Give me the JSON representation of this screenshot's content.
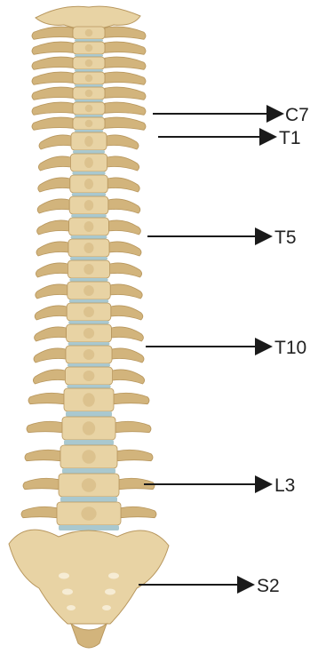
{
  "labels": {
    "c7": "C7",
    "t1": "T1",
    "t5": "T5",
    "t10": "T10",
    "l3": "L3",
    "s2": "S2"
  },
  "colors": {
    "bone": "#e8d3a4",
    "bone_shade": "#d2b47c",
    "bone_outline": "#b8975e",
    "disc": "#a9c8cf",
    "arrow": "#1a1a1a",
    "text": "#222222"
  }
}
